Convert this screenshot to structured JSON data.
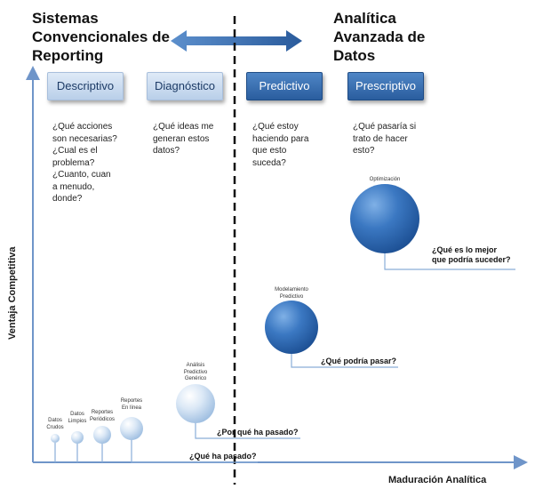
{
  "headers": {
    "left": [
      "Sistemas",
      "Convencionales de",
      "Reporting"
    ],
    "right": [
      "Analítica",
      "Avanzada de",
      "Datos"
    ]
  },
  "stages": [
    {
      "label": "Descriptivo",
      "question": "¿Qué acciones\nson necesarias?\n¿Cual es el\nproblema?\n¿Cuanto, cuan\na menudo,\ndonde?"
    },
    {
      "label": "Diagnóstico",
      "question": "¿Qué ideas me\ngeneran estos\ndatos?"
    },
    {
      "label": "Predictivo",
      "question": "¿Qué estoy\nhaciendo para\nque esto\nsuceda?"
    },
    {
      "label": "Prescriptivo",
      "question": "¿Qué pasaría si\ntrato de hacer\nesto?"
    }
  ],
  "bubbles": [
    {
      "label": "Datos\nCrudos"
    },
    {
      "label": "Datos\nLimpios"
    },
    {
      "label": "Reportes\nPeriódicos"
    },
    {
      "label": "Reportes\nEn línea"
    },
    {
      "label": "Análisis\nPredictivo\nGenérico"
    },
    {
      "label": "Modelamiento\nPredictivo"
    },
    {
      "label": "Optimización"
    }
  ],
  "questions": {
    "que_ha_pasado": "¿Qué ha pasado?",
    "por_que": "¿Por qué ha pasado?",
    "que_podria": "¿Qué podría pasar?",
    "lo_mejor": "¿Qué es lo mejor\nque podría suceder?"
  },
  "axes": {
    "y": "Ventaja Competitiva",
    "x": "Maduración Analítica"
  },
  "colors": {
    "light_box": "#c9dbef",
    "dark_box": "#3a70b4",
    "arrow": "#3f74b5",
    "axis": "#6f95c9",
    "divider": "#111111"
  }
}
